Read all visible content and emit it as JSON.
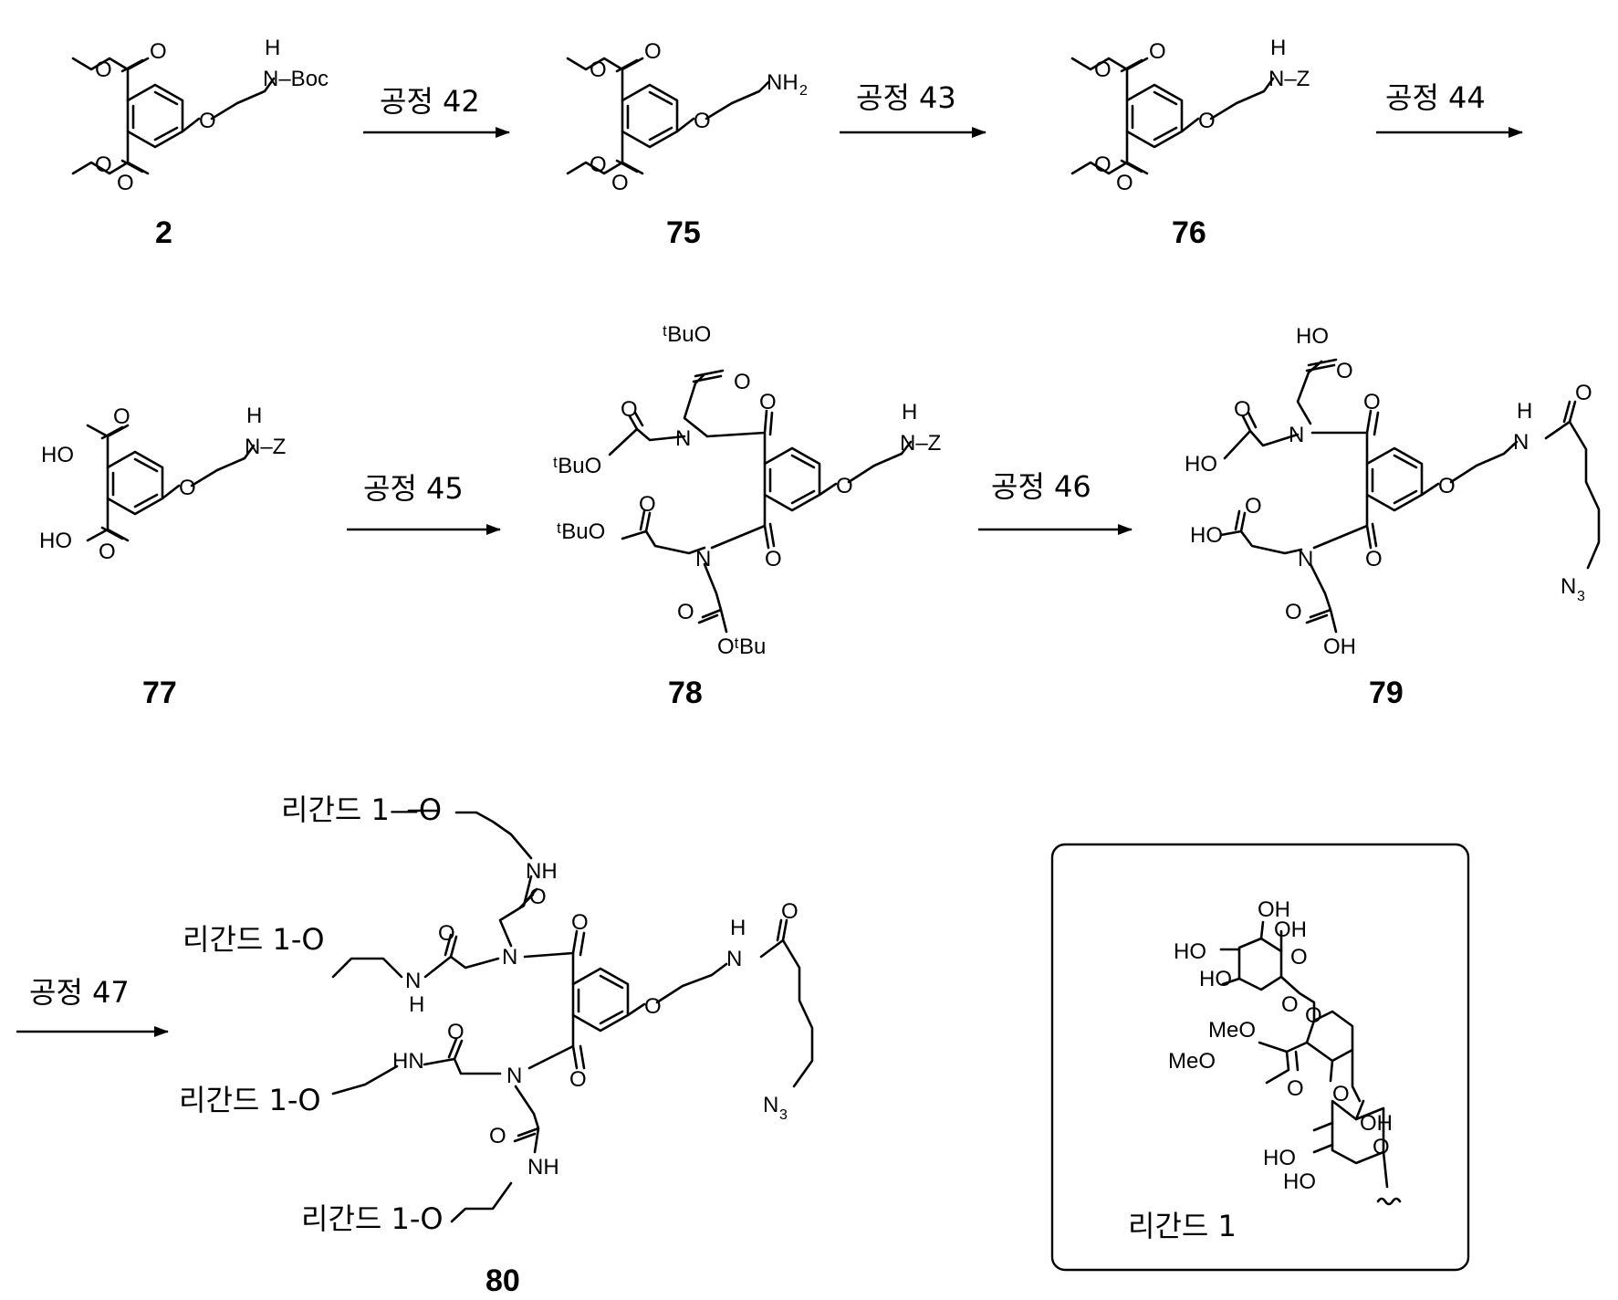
{
  "steps": [
    "공정 42",
    "공정 43",
    "공정 44",
    "공정 45",
    "공정 46",
    "공정 47"
  ],
  "compounds": [
    "2",
    "75",
    "76",
    "77",
    "78",
    "79",
    "80"
  ],
  "atoms": {
    "o": "O",
    "h": "H",
    "n": "N",
    "nh": "NH",
    "hn": "HN",
    "n_boc": "N–Boc",
    "n_z": "N–Z",
    "sub2": "2",
    "sub3": "3",
    "ho": "HO",
    "oh": "OH",
    "tbuo": "ᵗBuO",
    "otbu": "OᵗBu",
    "meo": "MeO"
  },
  "ligands": {
    "attach_top": "리간드 1—O",
    "attach": "리간드 1-O",
    "box_label": "리간드 1"
  }
}
